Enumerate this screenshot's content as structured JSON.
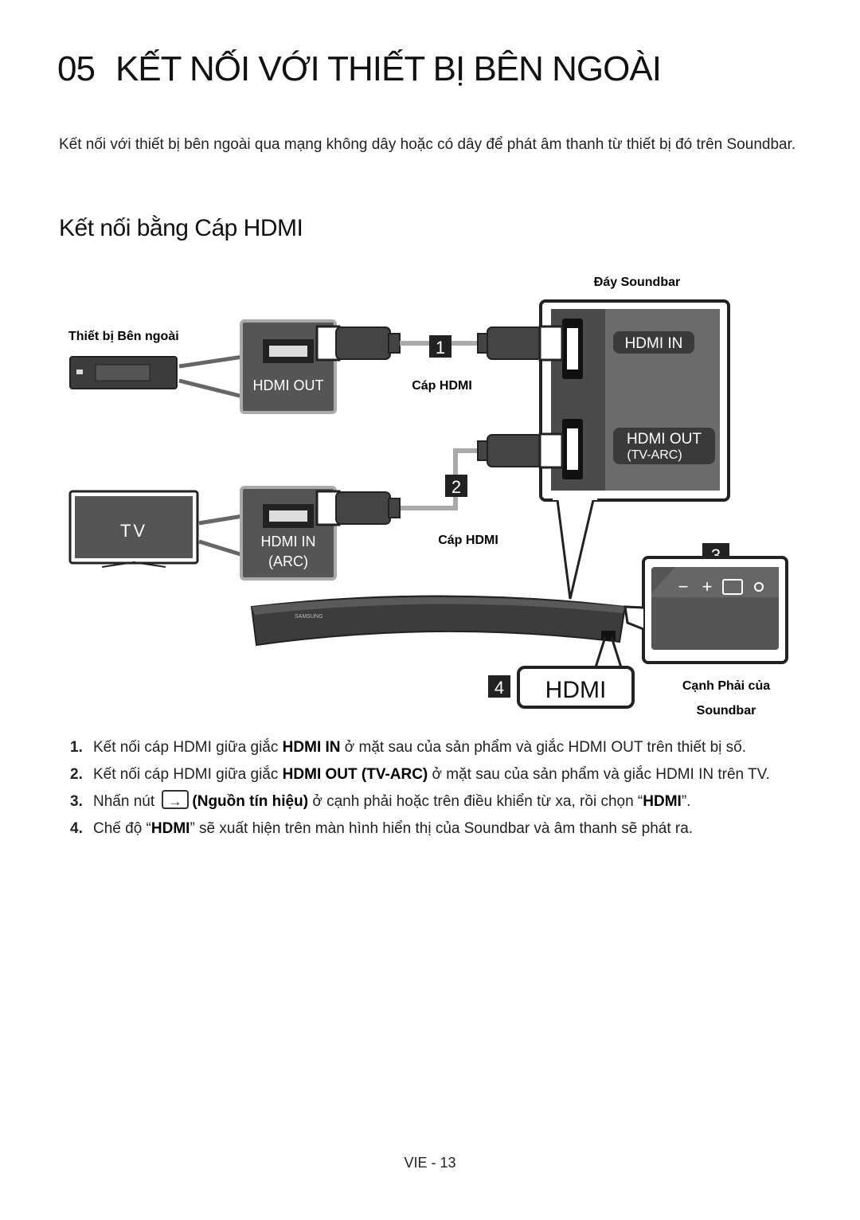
{
  "header": {
    "section_number": "05",
    "title": "KẾT NỐI VỚI THIẾT BỊ BÊN NGOÀI"
  },
  "intro": "Kết nối với thiết bị bên ngoài qua mạng không dây hoặc có dây để phát âm thanh từ thiết bị đó trên Soundbar.",
  "section": {
    "heading": "Kết nối bằng Cáp HDMI"
  },
  "diagram": {
    "label_soundbar_bottom": "Đáy Soundbar",
    "label_external_device": "Thiết bị Bên ngoài",
    "label_cable_1": "Cáp HDMI",
    "label_cable_2": "Cáp HDMI",
    "port_hdmi_out": "HDMI OUT",
    "port_hdmi_in_arc_line1": "HDMI IN",
    "port_hdmi_in_arc_line2": "(ARC)",
    "tv_label": "TV",
    "soundbar_port_in": "HDMI IN",
    "soundbar_port_out_line1": "HDMI OUT",
    "soundbar_port_out_line2": "(TV-ARC)",
    "brand": "SAMSUNG",
    "display_text": "HDMI",
    "label_right_side_line1": "Cạnh Phải của",
    "label_right_side_line2": "Soundbar",
    "badges": [
      "1",
      "2",
      "3",
      "4"
    ],
    "buttons": [
      "−",
      "+"
    ]
  },
  "steps": [
    {
      "n": "1.",
      "a": "Kết nối cáp HDMI giữa giắc ",
      "b": "HDMI IN",
      "c": " ở mặt sau của sản phẩm và giắc HDMI OUT trên thiết bị số."
    },
    {
      "n": "2.",
      "a": "Kết nối cáp HDMI giữa giắc ",
      "b": "HDMI OUT (TV-ARC)",
      "c": " ở mặt sau của sản phẩm và giắc HDMI IN trên TV."
    },
    {
      "n": "3.",
      "a": "Nhấn nút ",
      "b": "(Nguồn tín hiệu)",
      "c": " ở cạnh phải hoặc trên điều khiển từ xa, rồi chọn “",
      "d": "HDMI",
      "e": "”."
    },
    {
      "n": "4.",
      "a": "Chế độ “",
      "b": "HDMI",
      "c": "” sẽ xuất hiện trên màn hình hiển thị của Soundbar và âm thanh sẽ phát ra."
    }
  ],
  "footer": {
    "page": "VIE - 13"
  }
}
